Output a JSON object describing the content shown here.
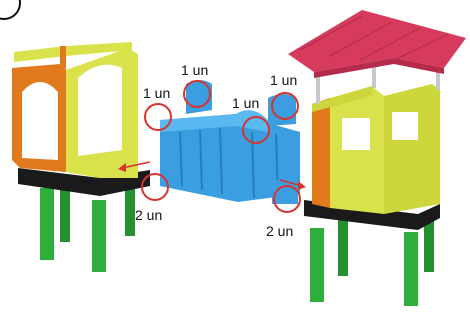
{
  "callouts": [
    {
      "id": "c1",
      "label": "1 un"
    },
    {
      "id": "c2",
      "label": "1 un"
    },
    {
      "id": "c3",
      "label": "1 un"
    },
    {
      "id": "c4",
      "label": "1 un"
    },
    {
      "id": "c5",
      "label": "2 un"
    },
    {
      "id": "c6",
      "label": "2 un"
    }
  ],
  "colors": {
    "green": "#2fae3b",
    "black": "#1a1a1a",
    "orange": "#e07a1c",
    "yellow": "#d9e24a",
    "blue": "#3a9ee0",
    "red_roof": "#d63a5c",
    "circle": "#d8342f"
  }
}
